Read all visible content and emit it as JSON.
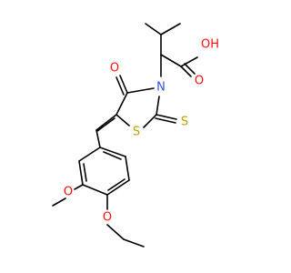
{
  "molecule": {
    "atoms": {
      "oh": {
        "text": "OH",
        "color": "#ff0d0d"
      },
      "o_acid": {
        "text": "O",
        "color": "#ff0d0d"
      },
      "o_ketone": {
        "text": "O",
        "color": "#ff0d0d"
      },
      "n": {
        "text": "N",
        "color": "#3050f8"
      },
      "s_ring": {
        "text": "S",
        "color": "#b8a000"
      },
      "s_thione": {
        "text": "S",
        "color": "#b8a000"
      },
      "o_methoxy": {
        "text": "O",
        "color": "#ff0d0d"
      },
      "o_ethoxy": {
        "text": "O",
        "color": "#ff0d0d"
      }
    },
    "bond_color": "#000000"
  }
}
